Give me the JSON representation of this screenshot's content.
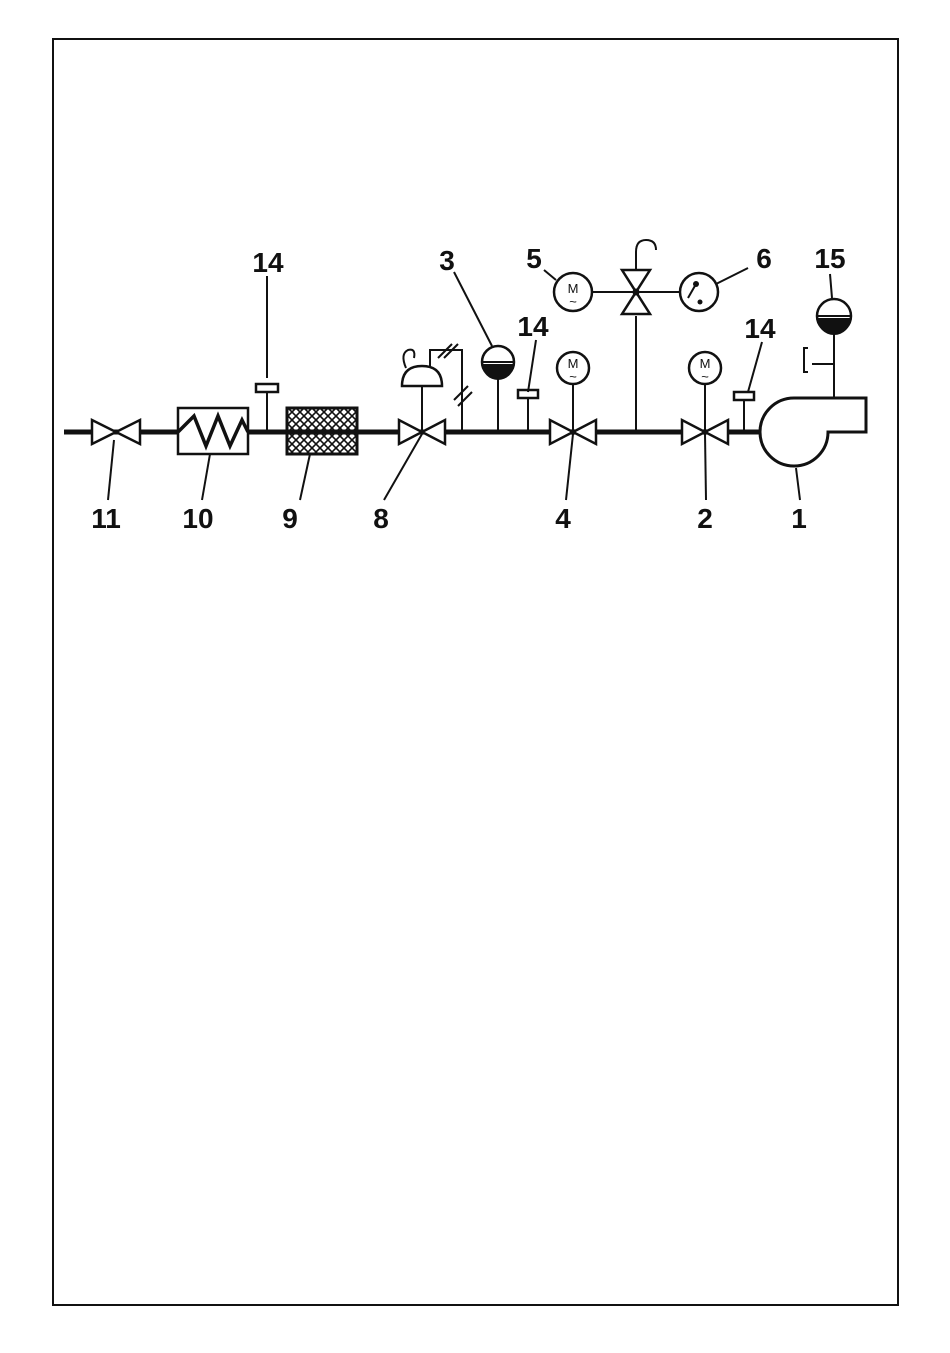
{
  "diagram": {
    "labels": {
      "l1": "1",
      "l2": "2",
      "l3": "3",
      "l4": "4",
      "l5": "5",
      "l6": "6",
      "l8": "8",
      "l9": "9",
      "l10": "10",
      "l11": "11",
      "l14a": "14",
      "l14b": "14",
      "l14c": "14",
      "l15": "15"
    },
    "motor_symbol": "M",
    "motor_wave": "~"
  }
}
